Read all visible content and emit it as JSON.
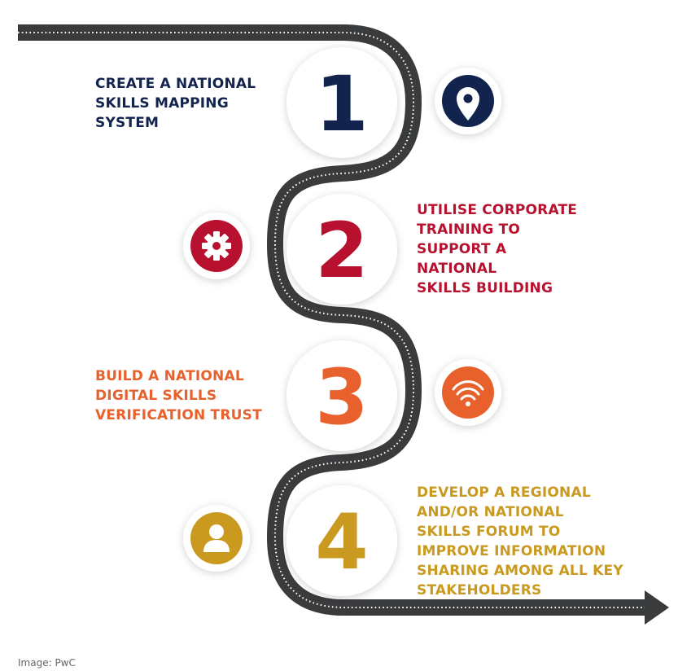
{
  "steps": [
    {
      "number": "1",
      "lines": [
        "CREATE A NATIONAL",
        "SKILLS MAPPING",
        "SYSTEM"
      ],
      "icon": "location-pin-icon",
      "color": "#12244e"
    },
    {
      "number": "2",
      "lines": [
        "UTILISE CORPORATE",
        "TRAINING TO",
        "SUPPORT A",
        "NATIONAL",
        "SKILLS BUILDING"
      ],
      "icon": "gear-icon",
      "color": "#b8112f"
    },
    {
      "number": "3",
      "lines": [
        "BUILD A NATIONAL",
        "DIGITAL SKILLS",
        "VERIFICATION TRUST"
      ],
      "icon": "wifi-icon",
      "color": "#e8612c"
    },
    {
      "number": "4",
      "lines": [
        "DEVELOP A REGIONAL",
        "AND/OR NATIONAL",
        "SKILLS FORUM TO",
        "IMPROVE INFORMATION",
        "SHARING AMONG ALL KEY",
        "STAKEHOLDERS"
      ],
      "icon": "user-icon",
      "color": "#c99a1f"
    }
  ],
  "credit": "Image: PwC",
  "colors": {
    "road": "#3a3b3d",
    "road_dash": "#ffffff",
    "circle": "#ffffff"
  }
}
